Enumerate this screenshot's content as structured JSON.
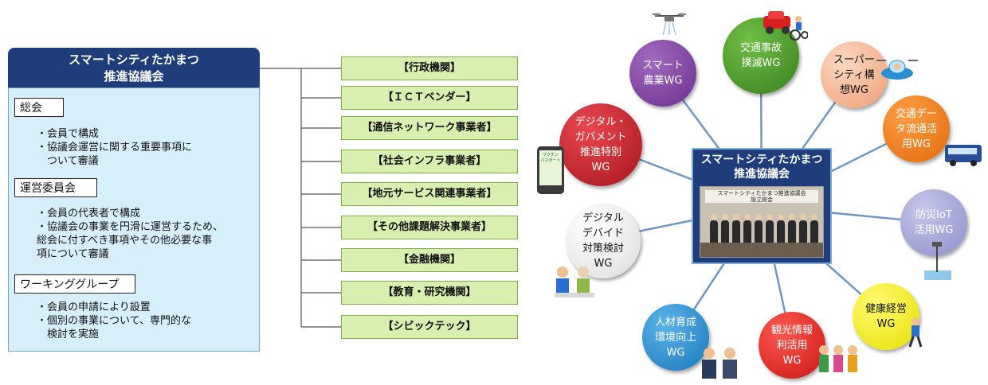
{
  "left_panel": {
    "title": "スマートシティたかまつ\n推進協議会",
    "sections": [
      {
        "label": "総会",
        "text": "・会員で構成\n・協議会運営に関する重要事項に\n　ついて審議"
      },
      {
        "label": "運営委員会",
        "text": "・会員の代表者で構成\n・協議会の事業を円滑に運営するため、\n総会に付すべき事項やその他必要な事\n項について審議"
      },
      {
        "label": "ワーキンググループ",
        "text": "・会員の申請により設置\n・個別の事業について、専門的な\n　検討を実施"
      }
    ]
  },
  "members": [
    "【行政機関】",
    "【ＩＣＴベンダー】",
    "【通信ネットワーク事業者】",
    "【社会インフラ事業者】",
    "【地元サービス関連事業者】",
    "【その他課題解決事業者】",
    "【金融機関】",
    "【教育・研究機関】",
    "【シビックテック】"
  ],
  "hub": {
    "title": "スマートシティたかまつ\n推進協議会",
    "photo_banner": "スマートシティたかまつ推進協議会\n設立総会"
  },
  "working_groups": [
    {
      "label": "スマート\n農業WG",
      "color": "#7b3f9e"
    },
    {
      "label": "交通事故\n撲滅WG",
      "color": "#4c9a2a"
    },
    {
      "label": "スーパー\nシティ構\n想WG",
      "color": "#f3b894"
    },
    {
      "label": "交通デー\nタ流通活\n用WG",
      "color": "#ef7a1a"
    },
    {
      "label": "防災IoT\n活用WG",
      "color": "#a7a7d8"
    },
    {
      "label": "健康経営\nWG",
      "color": "#f2ee1c"
    },
    {
      "label": "観光情報\n利活用\nWG",
      "color": "#d92020"
    },
    {
      "label": "人材育成\n環境向上\nWG",
      "color": "#2a8fcf"
    },
    {
      "label": "デジタル\nデバイド\n対策検討\nWG",
      "color": "#eeeeee"
    },
    {
      "label": "デジタル・\nガバメント\n推進特別\nWG",
      "color": "#c8202a"
    }
  ],
  "illustrations": {
    "passport_card": "ワクチン\nパスポート"
  }
}
